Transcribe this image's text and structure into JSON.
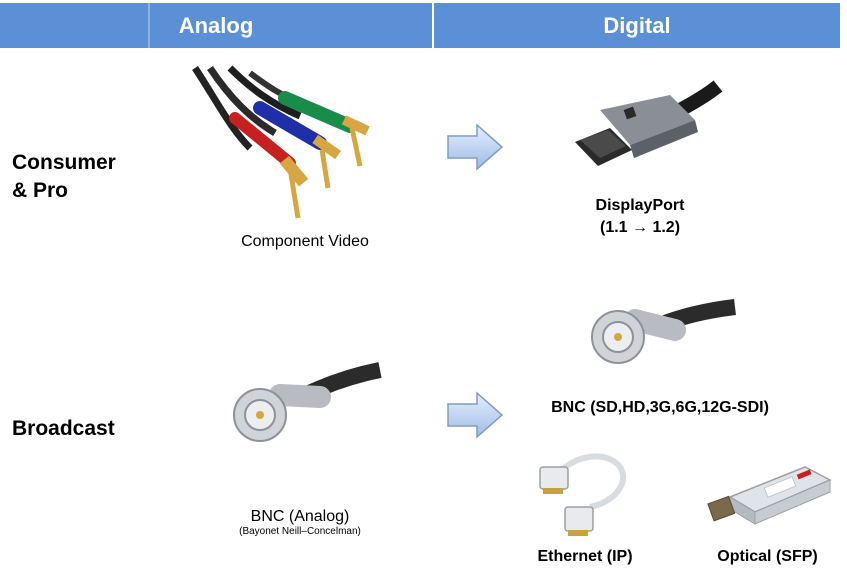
{
  "header": {
    "analog": "Analog",
    "digital": "Digital",
    "bar_color": "#5b8fd6"
  },
  "rows": {
    "consumer_line1": "Consumer",
    "consumer_line2": "& Pro",
    "broadcast": "Broadcast"
  },
  "analog": {
    "component_caption": "Component Video",
    "bnc_caption": "BNC (Analog)",
    "bnc_subcaption": "(Bayonet Neill–Concelman)"
  },
  "digital": {
    "displayport_line1": "DisplayPort",
    "displayport_line2": "(1.1 → 1.2)",
    "bnc_caption": "BNC (SD,HD,3G,6G,12G-SDI)",
    "ethernet_caption": "Ethernet (IP)",
    "optical_caption": "Optical (SFP)"
  },
  "icons": {
    "arrow": "right-arrow-icon",
    "component": "component-video-cable-icon",
    "displayport": "displayport-connector-icon",
    "bnc": "bnc-connector-icon",
    "ethernet": "ethernet-cable-icon",
    "sfp": "sfp-module-icon"
  }
}
